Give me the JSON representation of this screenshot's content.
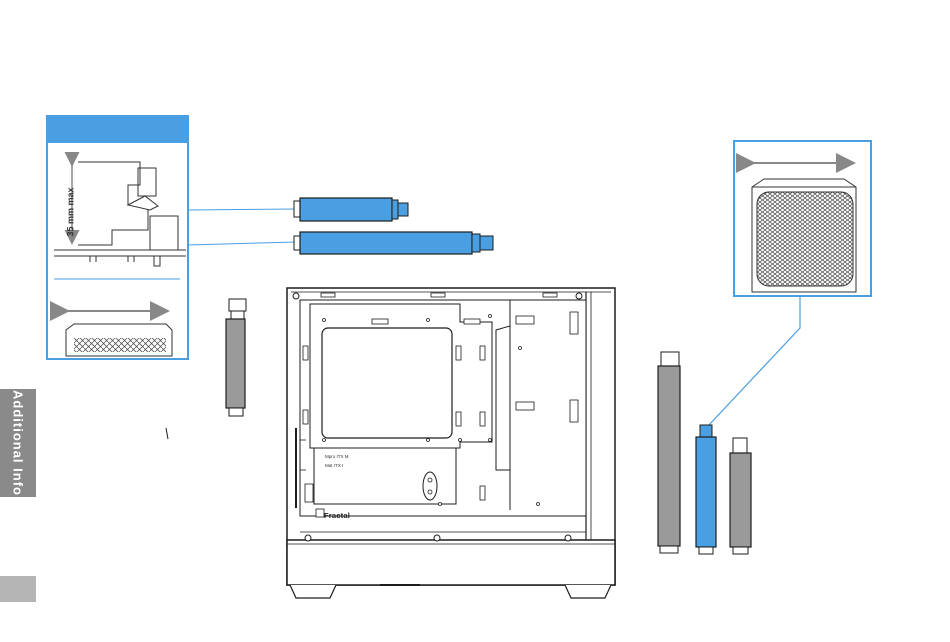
{
  "sidebar": {
    "section_label": "Additional Info"
  },
  "callout_left": {
    "dimension_label": "35 mm max",
    "header_color": "#4a9ee2"
  },
  "case": {
    "brand_label": "Fractal",
    "panel_labels": [
      "Mpro ITX M",
      "Mat ITX I"
    ]
  },
  "colors": {
    "accent": "#4a9ee2",
    "line": "#1d1d1b",
    "panel_gray": "#9a9a9a",
    "tab_gray": "#8a8a8a"
  }
}
